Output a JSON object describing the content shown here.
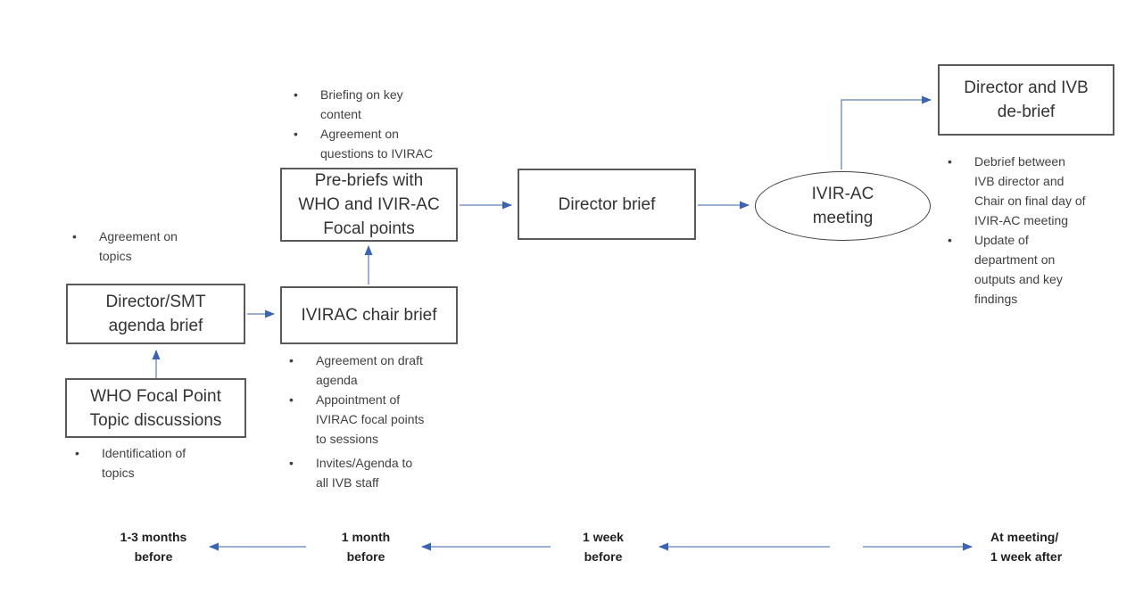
{
  "bullet_char": "•",
  "colors": {
    "arrow_line": "#7b96c9",
    "arrow_head": "#3d64b2",
    "box_border": "#595959",
    "ellipse_border": "#404040",
    "box_text": "#333333",
    "note_text": "#404040",
    "timeline_text": "#1f1f1f",
    "background": "#ffffff"
  },
  "nodes": {
    "who_focal": {
      "label": "WHO Focal Point\nTopic discussions"
    },
    "director_smt": {
      "label": "Director/SMT\nagenda brief"
    },
    "ivirac_chair": {
      "label": "IVIRAC chair brief"
    },
    "pre_briefs": {
      "label": "Pre-briefs with\nWHO and IVIR-AC\nFocal points"
    },
    "director_brief": {
      "label": "Director brief"
    },
    "ivirac_meeting": {
      "label": "IVIR-AC\nmeeting"
    },
    "debrief": {
      "label": "Director and IVB\nde-brief"
    }
  },
  "notes": {
    "smt": {
      "items": [
        "Agreement on\ntopics"
      ]
    },
    "who": {
      "items": [
        "Identification of\ntopics"
      ]
    },
    "prebriefs": {
      "items": [
        "Briefing on key\ncontent",
        "Agreement on\nquestions to IVIRAC"
      ]
    },
    "chair": {
      "items": [
        "Agreement on draft\nagenda",
        "Appointment of\nIVIRAC focal points\nto sessions",
        "Invites/Agenda to\nall IVB staff"
      ]
    },
    "debrief": {
      "items": [
        "Debrief between\nIVB director and\nChair on final day of\nIVIR-AC meeting",
        "Update of\ndepartment on\noutputs and key\nfindings"
      ]
    }
  },
  "timeline": {
    "labels": [
      "1-3 months\nbefore",
      "1 month\nbefore",
      "1 week\nbefore",
      "At meeting/\n1 week after"
    ]
  }
}
